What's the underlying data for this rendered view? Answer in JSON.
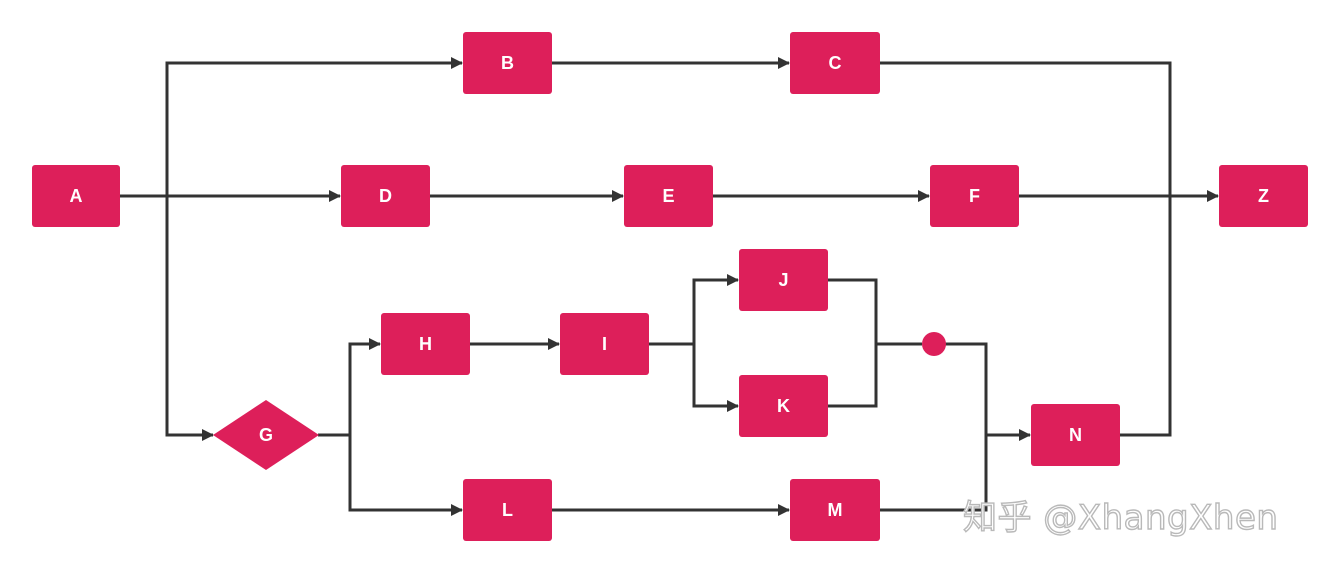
{
  "colors": {
    "node_fill": "#DD1F5A",
    "connector": "#333333",
    "text": "#FFFFFF"
  },
  "nodes": {
    "A": "A",
    "B": "B",
    "C": "C",
    "D": "D",
    "E": "E",
    "F": "F",
    "G": "G",
    "H": "H",
    "I": "I",
    "J": "J",
    "K": "K",
    "L": "L",
    "M": "M",
    "N": "N",
    "Z": "Z"
  },
  "edges": [
    [
      "A",
      "B"
    ],
    [
      "A",
      "D"
    ],
    [
      "A",
      "G"
    ],
    [
      "B",
      "C"
    ],
    [
      "C",
      "Z"
    ],
    [
      "D",
      "E"
    ],
    [
      "E",
      "F"
    ],
    [
      "F",
      "Z"
    ],
    [
      "G",
      "H"
    ],
    [
      "G",
      "L"
    ],
    [
      "H",
      "I"
    ],
    [
      "I",
      "J"
    ],
    [
      "I",
      "K"
    ],
    [
      "J",
      "junction"
    ],
    [
      "K",
      "junction"
    ],
    [
      "junction",
      "N"
    ],
    [
      "L",
      "M"
    ],
    [
      "M",
      "N"
    ],
    [
      "N",
      "Z"
    ]
  ],
  "watermark": {
    "text": "知乎 @XhangXhen"
  }
}
